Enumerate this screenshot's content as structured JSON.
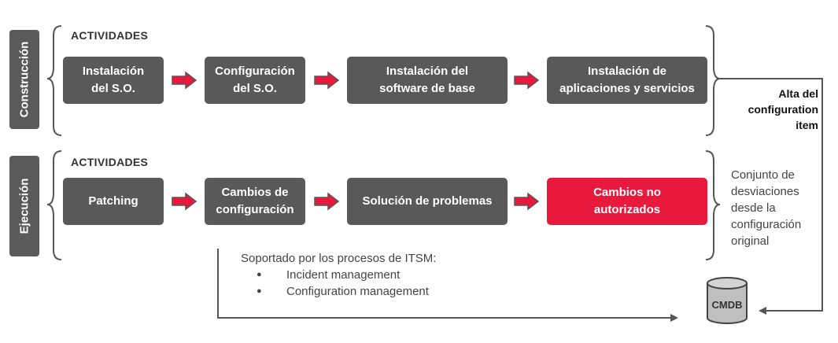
{
  "sections": {
    "construction": {
      "tab_label": "Construcción",
      "activities_label": "ACTIVIDADES",
      "steps": [
        "Instalación\ndel S.O.",
        "Configuración\ndel S.O.",
        "Instalación del\nsoftware de base",
        "Instalación de\naplicaciones y servicios"
      ]
    },
    "execution": {
      "tab_label": "Ejecución",
      "activities_label": "ACTIVIDADES",
      "steps": [
        "Patching",
        "Cambios de\nconfiguración",
        "Solución de problemas",
        "Cambios no\nautorizados"
      ]
    }
  },
  "notes": {
    "alta": "Alta del\nconfiguration\nitem",
    "desviaciones": "Conjunto de\ndesviaciones\ndesde la\nconfiguración\noriginal"
  },
  "itsm": {
    "title": "Soportado por los procesos de ITSM:",
    "items": [
      "Incident management",
      "Configuration management"
    ]
  },
  "cmdb_label": "CMDB",
  "colors": {
    "box": "#595959",
    "alert_box": "#e8193c",
    "arrow_fill": "#e8193c",
    "line": "#555555"
  }
}
